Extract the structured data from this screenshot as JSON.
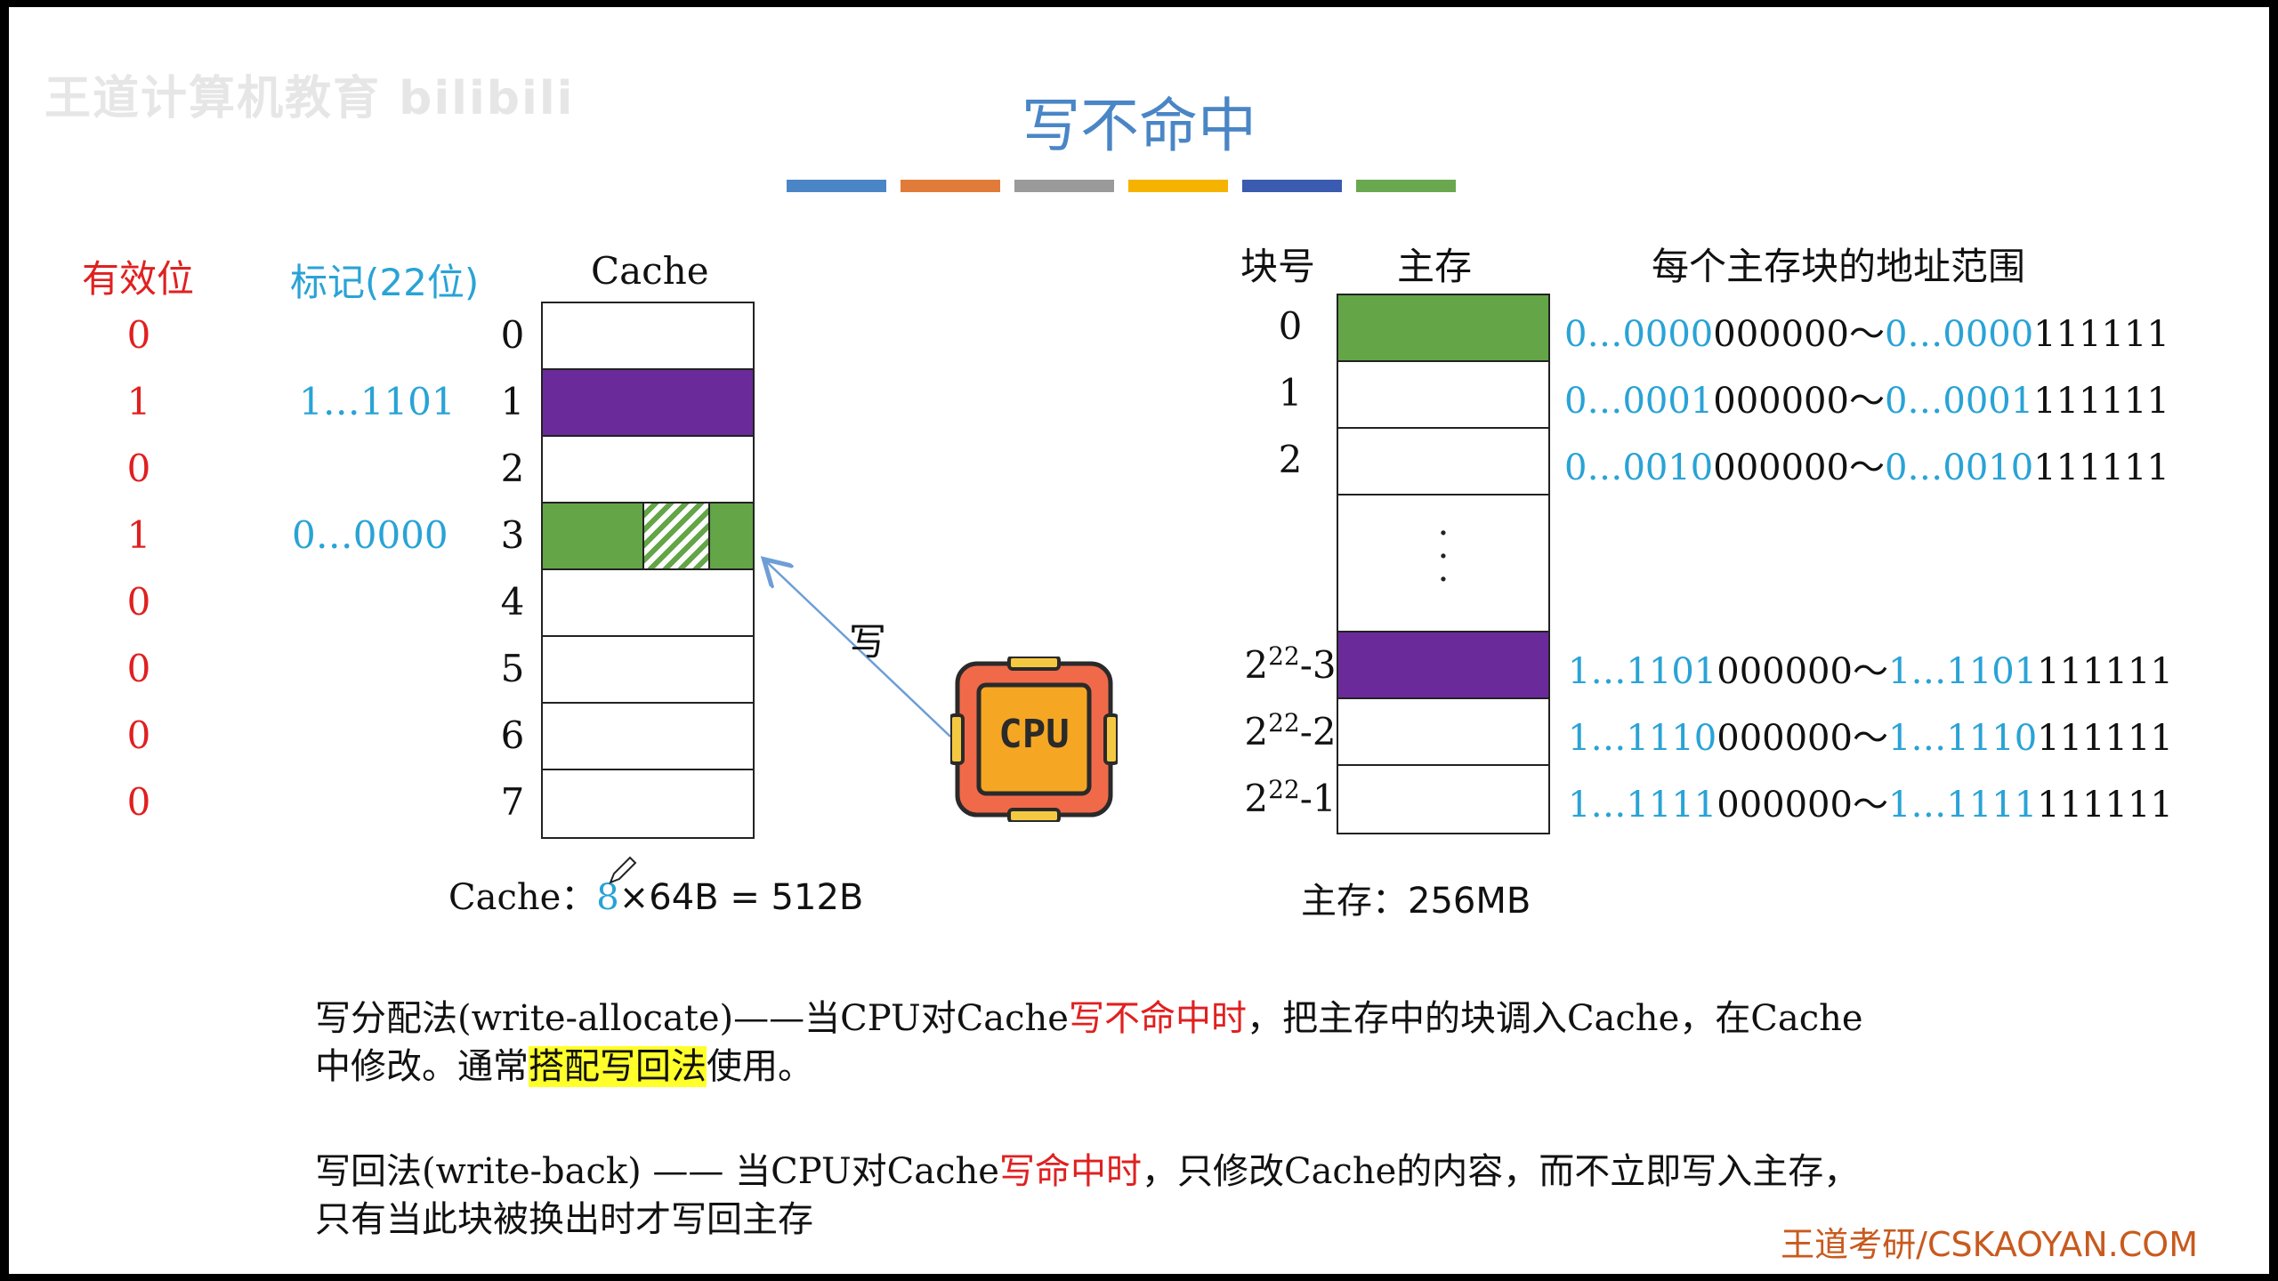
{
  "watermark": "王道计算机教育 bilibili",
  "title": "写不命中",
  "color_bars": [
    "#4a86c6",
    "#e07b39",
    "#9a9a9a",
    "#f5b300",
    "#3a5bb0",
    "#6aa84f"
  ],
  "cache": {
    "valid_header": "有效位",
    "tag_header": "标记(22位)",
    "cache_header": "Cache",
    "rows": [
      {
        "index": "0",
        "valid": "0",
        "tag": "",
        "fill": "#ffffff"
      },
      {
        "index": "1",
        "valid": "1",
        "tag": "1…1101",
        "fill": "#6b2a9a"
      },
      {
        "index": "2",
        "valid": "0",
        "tag": "",
        "fill": "#ffffff"
      },
      {
        "index": "3",
        "valid": "1",
        "tag": "0…0000",
        "fill": "#63a547"
      },
      {
        "index": "4",
        "valid": "0",
        "tag": "",
        "fill": "#ffffff"
      },
      {
        "index": "5",
        "valid": "0",
        "tag": "",
        "fill": "#ffffff"
      },
      {
        "index": "6",
        "valid": "0",
        "tag": "",
        "fill": "#ffffff"
      },
      {
        "index": "7",
        "valid": "0",
        "tag": "",
        "fill": "#ffffff"
      }
    ],
    "caption_prefix": "Cache：",
    "caption_count": "8",
    "caption_rest": "×64B = 512B"
  },
  "write_label": "写",
  "cpu_label": "CPU",
  "memory": {
    "block_header": "块号",
    "mem_header": "主存",
    "range_header": "每个主存块的地址范围",
    "rows": [
      {
        "label": "0",
        "sup": "",
        "suffix": "",
        "fill": "#63a547",
        "tall": false,
        "dots": false,
        "from_b": "0…0000",
        "from_k": "000000～",
        "to_b": "0…0000",
        "to_k": "111111"
      },
      {
        "label": "1",
        "sup": "",
        "suffix": "",
        "fill": "#ffffff",
        "tall": false,
        "dots": false,
        "from_b": "0…0001",
        "from_k": "000000～",
        "to_b": "0…0001",
        "to_k": "111111"
      },
      {
        "label": "2",
        "sup": "",
        "suffix": "",
        "fill": "#ffffff",
        "tall": false,
        "dots": false,
        "from_b": "0…0010",
        "from_k": "000000～",
        "to_b": "0…0010",
        "to_k": "111111"
      },
      {
        "label": "",
        "sup": "",
        "suffix": "",
        "fill": "#ffffff",
        "tall": true,
        "dots": true,
        "from_b": "",
        "from_k": "",
        "to_b": "",
        "to_k": ""
      },
      {
        "label": "2",
        "sup": "22",
        "suffix": "-3",
        "fill": "#6b2a9a",
        "tall": false,
        "dots": false,
        "from_b": "1…1101",
        "from_k": "000000～",
        "to_b": "1…1101",
        "to_k": "111111"
      },
      {
        "label": "2",
        "sup": "22",
        "suffix": "-2",
        "fill": "#ffffff",
        "tall": false,
        "dots": false,
        "from_b": "1…1110",
        "from_k": "000000～",
        "to_b": "1…1110",
        "to_k": "111111"
      },
      {
        "label": "2",
        "sup": "22",
        "suffix": "-1",
        "fill": "#ffffff",
        "tall": false,
        "dots": false,
        "from_b": "1…1111",
        "from_k": "000000～",
        "to_b": "1…1111",
        "to_k": "111111"
      }
    ],
    "dots": "·\n·\n·",
    "caption_prefix": "主存：",
    "caption_value": "256MB"
  },
  "paragraph1": {
    "a": "写分配法(write-allocate)——当CPU对Cache",
    "red": "写不命中时",
    "b": "，把主存中的块调入Cache，在Cache",
    "c": "中修改。通常",
    "hl": "搭配写回法",
    "d": "使用。"
  },
  "paragraph2": {
    "a": "写回法(write-back) —— 当CPU对Cache",
    "red": "写命中时",
    "b": "，只修改Cache的内容，而不立即写入主存，",
    "c": "只有当此块被换出时才写回主存"
  },
  "footer": "王道考研/CSKAOYAN.COM"
}
